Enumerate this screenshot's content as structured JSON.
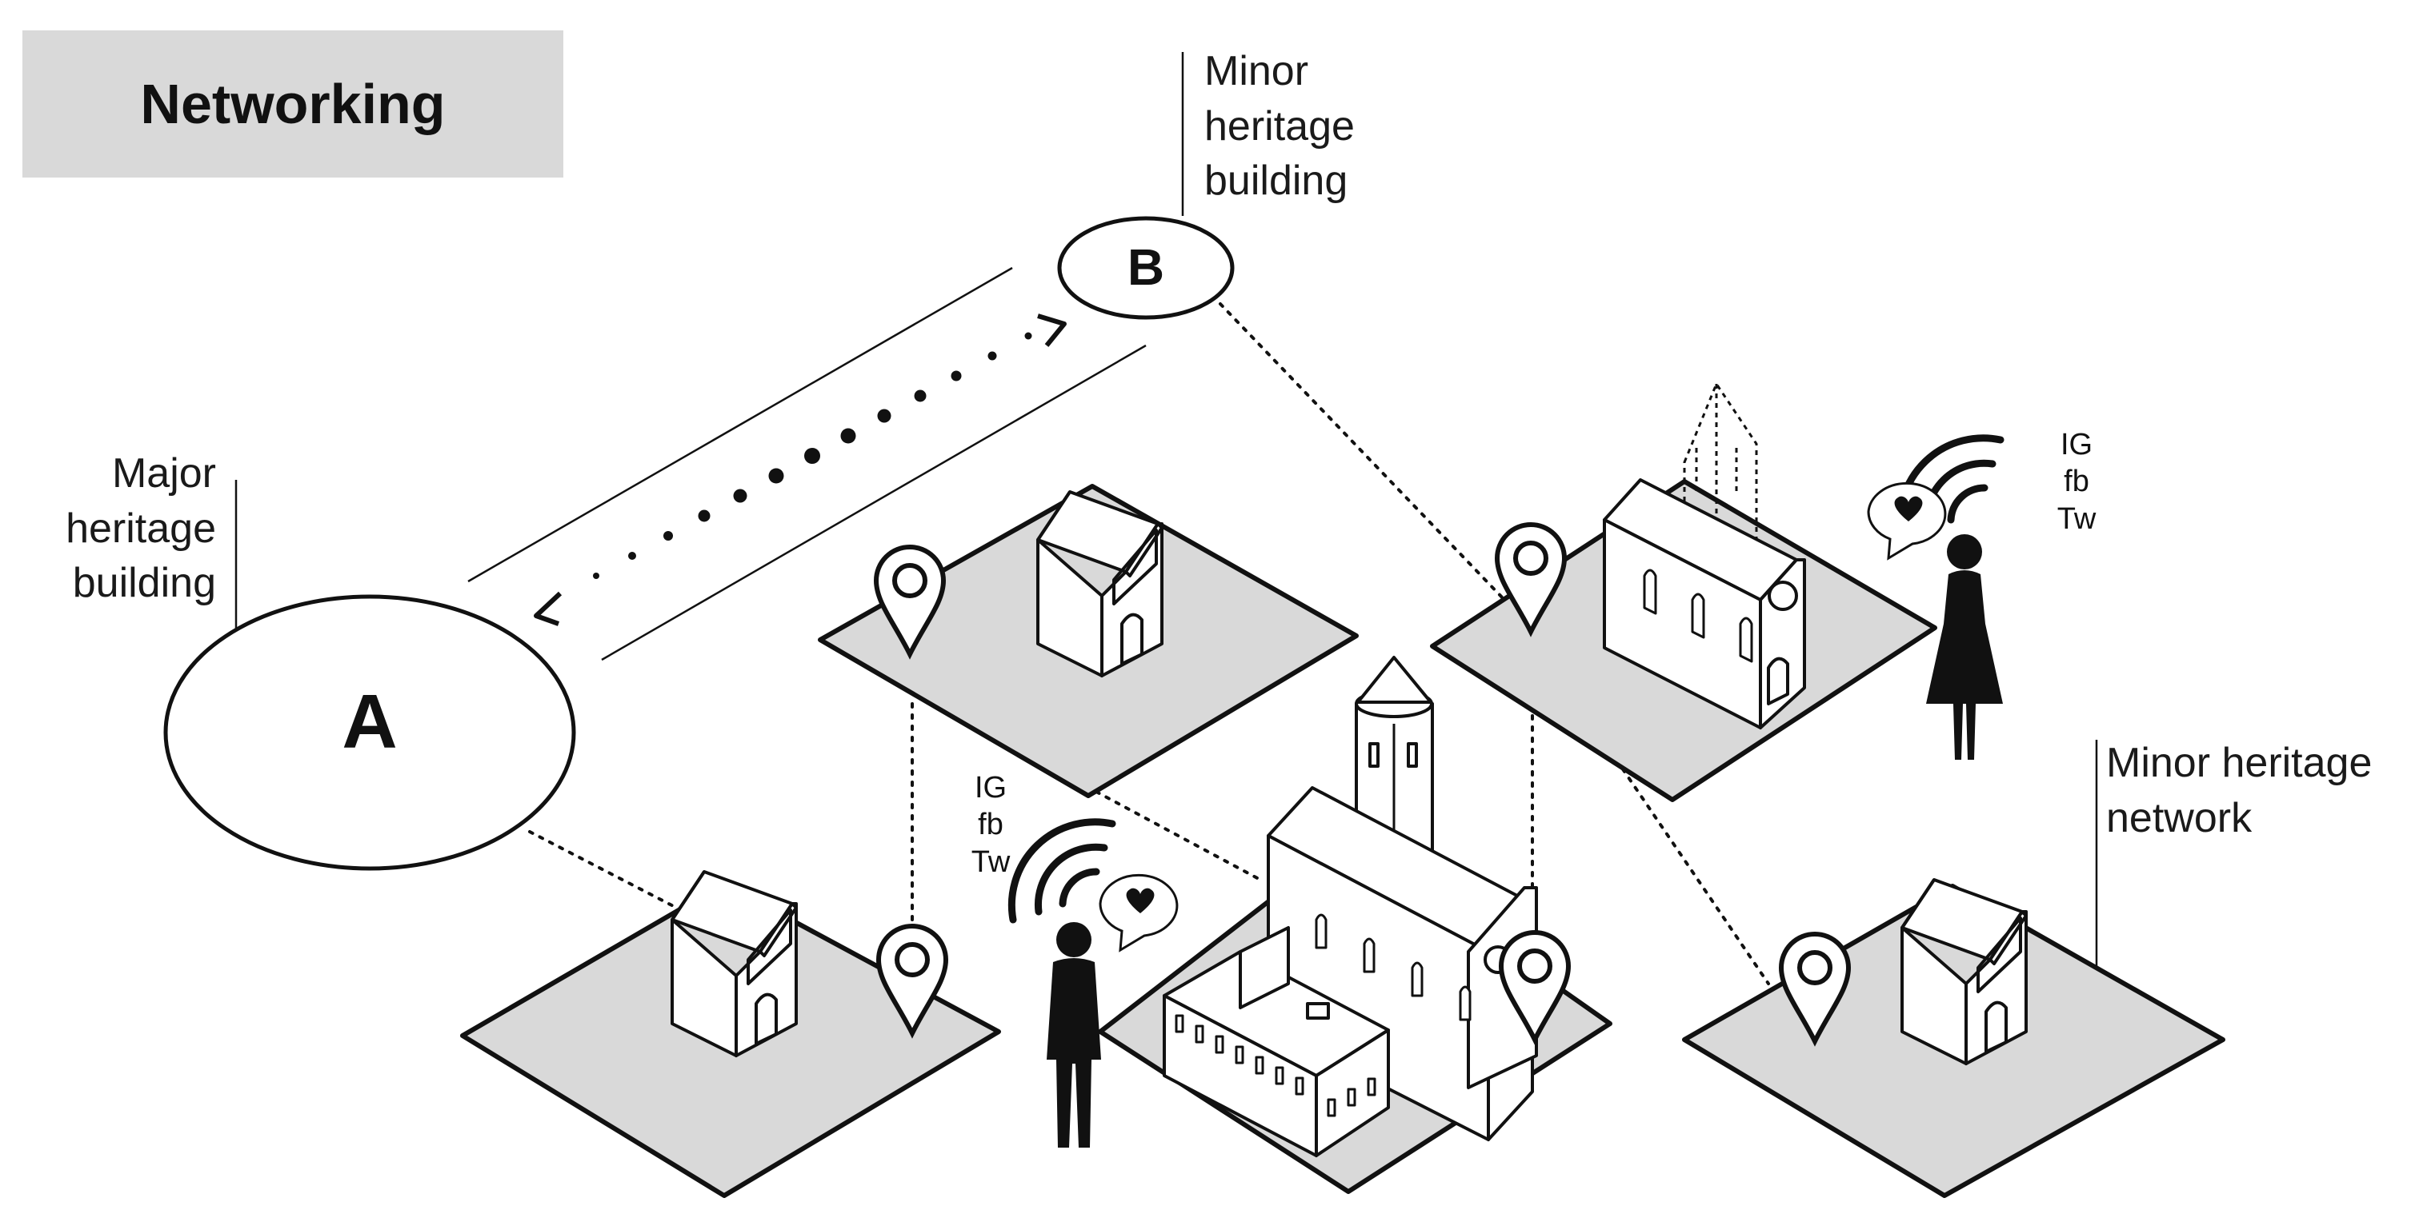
{
  "title": "Networking",
  "nodes": {
    "major": {
      "letter": "A",
      "label_lines": [
        "Major",
        "heritage",
        "building"
      ]
    },
    "minor": {
      "letter": "B",
      "label_lines": [
        "Minor",
        "heritage",
        "building"
      ]
    }
  },
  "network_label_lines": [
    "Minor heritage",
    "network"
  ],
  "social_tags": {
    "left": [
      "IG",
      "fb",
      "Tw"
    ],
    "right": [
      "IG",
      "fb",
      "Tw"
    ]
  },
  "colors": {
    "tile_fill": "#d9d9d9",
    "stroke": "#111111",
    "title_box": "#d9d9d9"
  }
}
